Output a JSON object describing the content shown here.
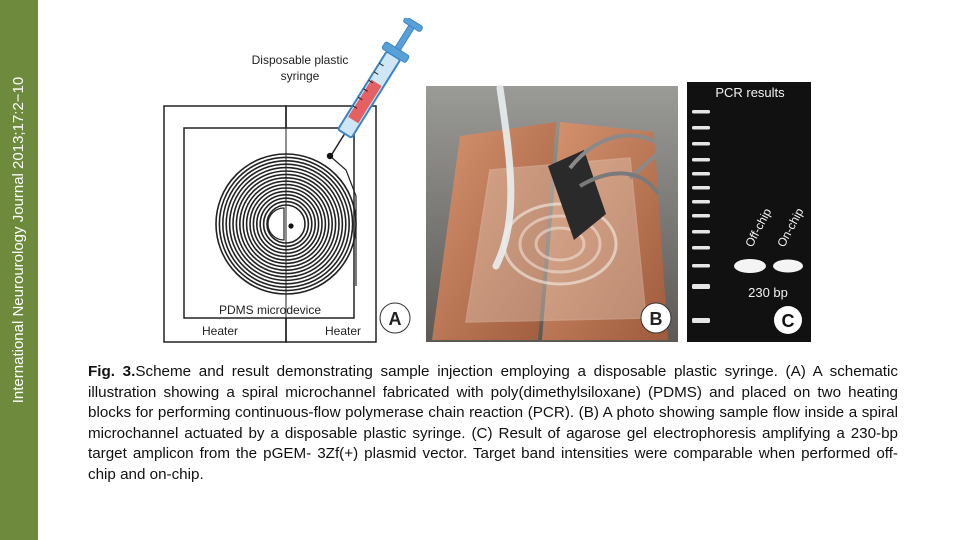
{
  "sidebar": {
    "journal": "International Neurourology Journal 2013;17:2−10"
  },
  "panelA": {
    "syringe_label_1": "Disposable plastic",
    "syringe_label_2": "syringe",
    "device_label": "PDMS microdevice",
    "heater_left": "Heater",
    "heater_right": "Heater",
    "letter": "A"
  },
  "panelB": {
    "letter": "B"
  },
  "panelC": {
    "title": "PCR results",
    "lane_off": "Off-chip",
    "lane_on": "On-chip",
    "bp_label": "230 bp",
    "letter": "C"
  },
  "caption": {
    "lead": "Fig. 3.",
    "text": "Scheme and result demonstrating sample injection employing a disposable plastic syringe. (A) A schematic illustration showing a spiral microchannel fabricated with poly(dimethylsiloxane) (PDMS) and placed on two heating blocks for performing continuous-flow polymerase chain reaction (PCR). (B) A photo showing sample flow inside a spiral microchannel actuated by a disposable plastic syringe. (C) Result of agarose gel electrophoresis amplifying a 230-bp target amplicon from the pGEM- 3Zf(+) plasmid vector. Target band intensities were comparable when performed off-chip and on-chip."
  },
  "colors": {
    "sidebar": "#6e8b3d",
    "syringe": "#5aa0d8",
    "gel": "#111111",
    "copper": "#c07a55"
  }
}
